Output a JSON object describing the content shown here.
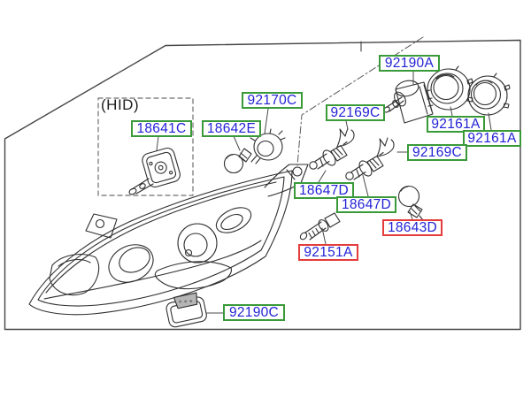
{
  "diagram": {
    "type": "exploded-parts-diagram",
    "subject": "headlamp-assembly",
    "hid_note": "(HID)",
    "colors": {
      "label_text": "#2222d6",
      "label_border_green": "#3a9a3a",
      "label_border_red": "#e43b3b",
      "artwork_line": "#2f2f2f",
      "background": "#ffffff"
    },
    "labels": [
      {
        "text": "18641C",
        "style": "green"
      },
      {
        "text": "18642E",
        "style": "green"
      },
      {
        "text": "92170C",
        "style": "green"
      },
      {
        "text": "92169C",
        "style": "green"
      },
      {
        "text": "92190A",
        "style": "green"
      },
      {
        "text": "92161A",
        "style": "green"
      },
      {
        "text": "92161A",
        "style": "green"
      },
      {
        "text": "92169C",
        "style": "green"
      },
      {
        "text": "18647D",
        "style": "green"
      },
      {
        "text": "18647D",
        "style": "green"
      },
      {
        "text": "18643D",
        "style": "red"
      },
      {
        "text": "92151A",
        "style": "red"
      },
      {
        "text": "92190C",
        "style": "green"
      }
    ]
  }
}
